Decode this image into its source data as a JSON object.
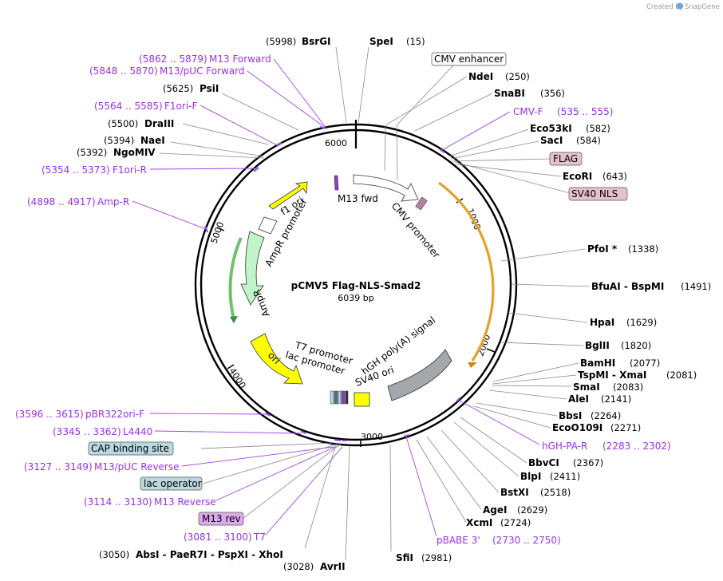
{
  "watermark": {
    "created_by": "Created by",
    "brand": "SnapGene"
  },
  "plasmid": {
    "name": "pCMV5 Flag-NLS-Smad2",
    "size": "6039 bp",
    "total_bp": 6039
  },
  "tick_labels": [
    "1000",
    "2000",
    "3000",
    "4000",
    "5000",
    "6000"
  ],
  "sites_left": [
    {
      "pos": "(5998)",
      "name": "BsrGI"
    },
    {
      "pos": "(5625)",
      "name": "PsiI"
    },
    {
      "pos": "(5500)",
      "name": "DraIII"
    },
    {
      "pos": "(5394)",
      "name": "NaeI"
    },
    {
      "pos": "(5392)",
      "name": "NgoMIV"
    }
  ],
  "sites_right": [
    {
      "name": "SpeI",
      "pos": "(15)"
    },
    {
      "name": "NdeI",
      "pos": "(250)"
    },
    {
      "name": "SnaBI",
      "pos": "(356)"
    },
    {
      "name": "Eco53kI",
      "pos": "(582)"
    },
    {
      "name": "SacI",
      "pos": "(584)"
    },
    {
      "name": "EcoRI",
      "pos": "(643)"
    },
    {
      "name": "PfoI *",
      "pos": "(1338)"
    },
    {
      "name": "BfuAI  -  BspMI",
      "pos": "(1491)"
    },
    {
      "name": "HpaI",
      "pos": "(1629)"
    },
    {
      "name": "BglII",
      "pos": "(1820)"
    },
    {
      "name": "BamHI",
      "pos": "(2077)"
    },
    {
      "name": "TspMI  -  XmaI",
      "pos": "(2081)"
    },
    {
      "name": "SmaI",
      "pos": "(2083)"
    },
    {
      "name": "AleI",
      "pos": "(2141)"
    },
    {
      "name": "BbsI",
      "pos": "(2264)"
    },
    {
      "name": "EcoO109I",
      "pos": "(2271)"
    },
    {
      "name": "BbvCI",
      "pos": "(2367)"
    },
    {
      "name": "BlpI",
      "pos": "(2411)"
    },
    {
      "name": "BstXI",
      "pos": "(2518)"
    },
    {
      "name": "AgeI",
      "pos": "(2629)"
    },
    {
      "name": "XcmI",
      "pos": "(2724)"
    },
    {
      "name": "SfiI",
      "pos": "(2981)"
    }
  ],
  "sites_bottom": [
    {
      "pos": "(3050)",
      "name": "AbsI  -  PaeR7I  -  PspXI  -  XhoI"
    },
    {
      "pos": "(3028)",
      "name": "AvrII"
    }
  ],
  "primers_left": [
    {
      "range": "(5862 .. 5879)",
      "name": "M13 Forward"
    },
    {
      "range": "(5848 .. 5870)",
      "name": "M13/pUC Forward"
    },
    {
      "range": "(5564 .. 5585)",
      "name": "F1ori-F"
    },
    {
      "range": "(5354 .. 5373)",
      "name": "F1ori-R"
    },
    {
      "range": "(4898 .. 4917)",
      "name": "Amp-R"
    },
    {
      "range": "(3596 .. 3615)",
      "name": "pBR322ori-F"
    },
    {
      "range": "(3345 .. 3362)",
      "name": "L4440"
    },
    {
      "range": "(3127 .. 3149)",
      "name": "M13/pUC Reverse"
    },
    {
      "range": "(3114 .. 3130)",
      "name": "M13 Reverse"
    },
    {
      "range": "(3081 .. 3100)",
      "name": "T7"
    }
  ],
  "primers_right": [
    {
      "name": "CMV-F",
      "range": "(535 .. 555)"
    },
    {
      "name": "hGH-PA-R",
      "range": "(2283 .. 2302)"
    },
    {
      "name": "pBABE 3'",
      "range": "(2730 .. 2750)"
    }
  ],
  "feature_boxes": [
    {
      "label": "CMV enhancer",
      "fill": "#ffffff"
    },
    {
      "label": "FLAG",
      "fill": "#e6c0cf"
    },
    {
      "label": "SV40 NLS",
      "fill": "#e6c0cf"
    },
    {
      "label": "CAP binding site",
      "fill": "#b9d8e0"
    },
    {
      "label": "lac operator",
      "fill": "#b9d8e0"
    },
    {
      "label": "M13 rev",
      "fill": "#dda8ee"
    }
  ],
  "inner_labels": [
    "M13 fwd",
    "CMV promoter",
    "f1 ori",
    "AmpR promoter",
    "AmpR",
    "ori",
    "T7 promoter",
    "lac promoter",
    "hGH poly(A) signal",
    "SV40 ori"
  ],
  "colors": {
    "primer": "#9b30e8",
    "ampr": "#bff5c8",
    "ori": "#ffff00",
    "orf_arc": "#f0b042",
    "polya": "#a4a8ad",
    "backbone": "#000000"
  }
}
